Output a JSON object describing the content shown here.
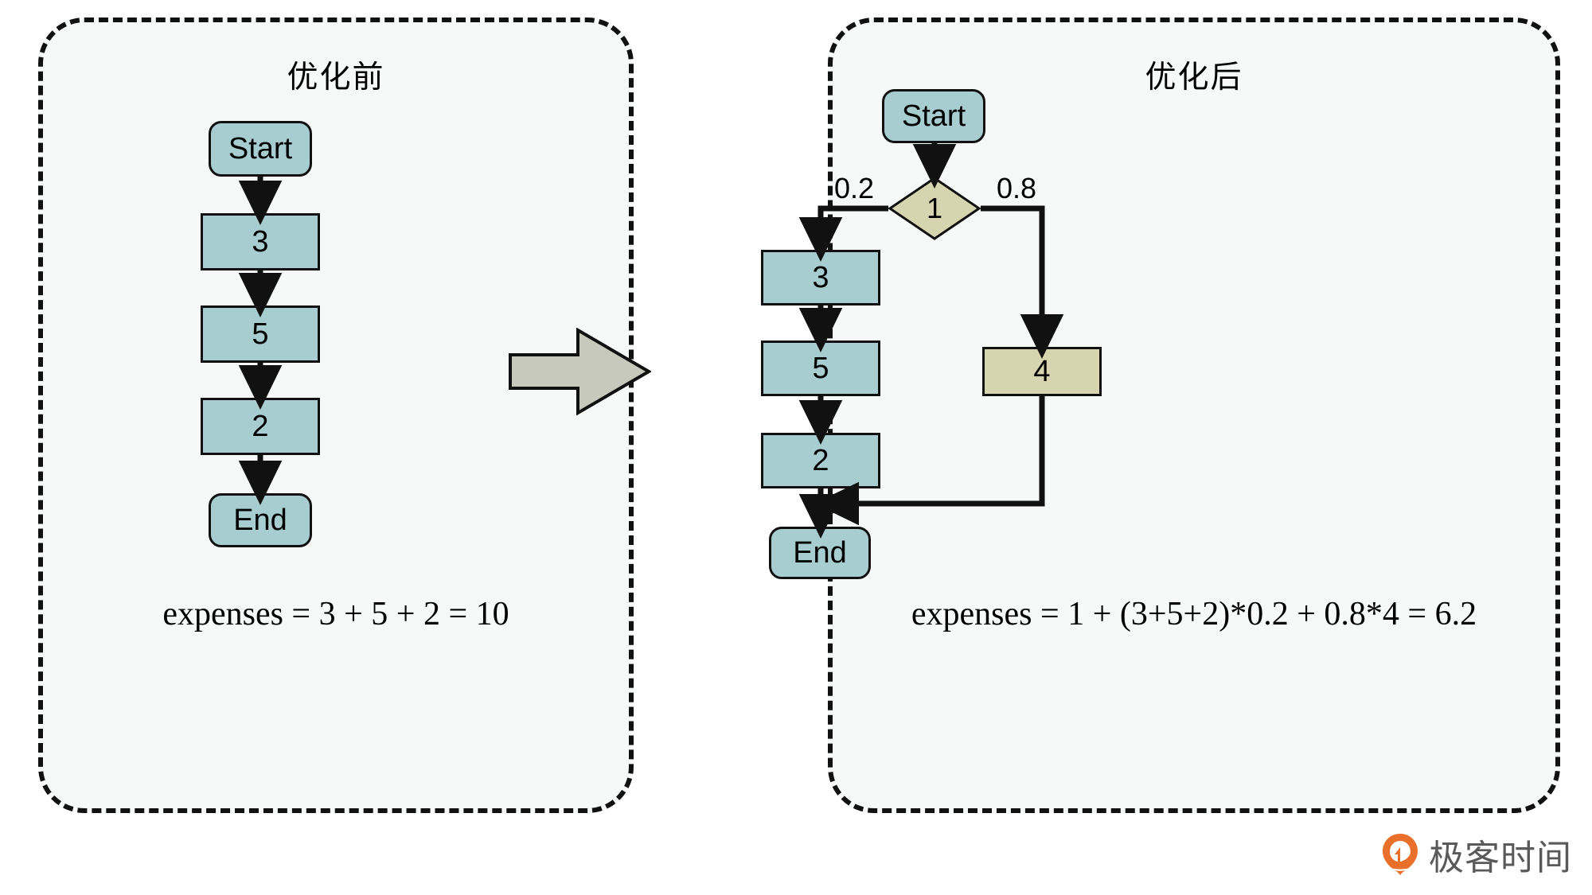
{
  "panels": {
    "before": {
      "title": "优化前",
      "nodes": [
        {
          "id": "start",
          "label": "Start",
          "shape": "rounded",
          "color": "#a8cdd0"
        },
        {
          "id": "n3",
          "label": "3",
          "shape": "rect",
          "color": "#a8cdd0"
        },
        {
          "id": "n5",
          "label": "5",
          "shape": "rect",
          "color": "#a8cdd0"
        },
        {
          "id": "n2",
          "label": "2",
          "shape": "rect",
          "color": "#a8cdd0"
        },
        {
          "id": "end",
          "label": "End",
          "shape": "rounded",
          "color": "#a8cdd0"
        }
      ],
      "formula": "expenses = 3 + 5 + 2 = 10"
    },
    "after": {
      "title": "优化后",
      "nodes": [
        {
          "id": "start",
          "label": "Start",
          "shape": "rounded",
          "color": "#a8cdd0"
        },
        {
          "id": "decision",
          "label": "1",
          "shape": "diamond",
          "color": "#d6d5b0"
        },
        {
          "id": "n3",
          "label": "3",
          "shape": "rect",
          "color": "#a8cdd0"
        },
        {
          "id": "n5",
          "label": "5",
          "shape": "rect",
          "color": "#a8cdd0"
        },
        {
          "id": "n2",
          "label": "2",
          "shape": "rect",
          "color": "#a8cdd0"
        },
        {
          "id": "n4",
          "label": "4",
          "shape": "rect",
          "color": "#d6d5b0"
        },
        {
          "id": "end",
          "label": "End",
          "shape": "rounded",
          "color": "#a8cdd0"
        }
      ],
      "edge_labels": {
        "left_branch": "0.2",
        "right_branch": "0.8"
      },
      "formula": "expenses = 1 + (3+5+2)*0.2 + 0.8*4 = 6.2"
    }
  },
  "transition": {
    "icon": "right-arrow-icon",
    "color": "#c8c9bd"
  },
  "brand": {
    "text": "极客时间",
    "logo_color": "#e8702a"
  }
}
